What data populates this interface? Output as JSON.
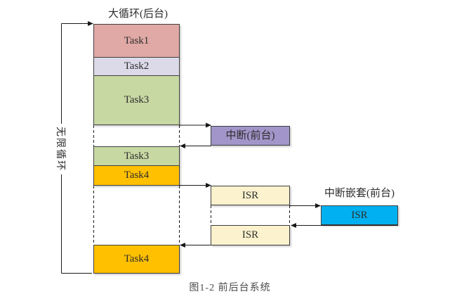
{
  "title": "大循环(后台)",
  "loop_label": "无限循环",
  "caption": "图1-2 前后台系统",
  "column": {
    "tasks": [
      {
        "label": "Task1",
        "color": "#e0a9a5"
      },
      {
        "label": "Task2",
        "color": "#dcd9e9"
      },
      {
        "label": "Task3",
        "color": "#c7d8a3"
      },
      {
        "label": "Task3",
        "color": "#c7d8a3"
      },
      {
        "label": "Task4",
        "color": "#ffc000"
      },
      {
        "label": "Task4",
        "color": "#ffc000"
      }
    ]
  },
  "foreground": {
    "interrupt": {
      "label": "中断(前台)",
      "color": "#a195c9"
    },
    "isr1": {
      "label": "ISR",
      "color": "#fcf2cd"
    },
    "isr2": {
      "label": "ISR",
      "color": "#fcf2cd"
    },
    "nested_title": "中断嵌套(前台)",
    "nested_isr": {
      "label": "ISR",
      "color": "#00b0f0"
    }
  },
  "colors": {
    "line": "#1a1a1a",
    "box_border": "#3f3f3f",
    "text": "#2d2d2d"
  }
}
